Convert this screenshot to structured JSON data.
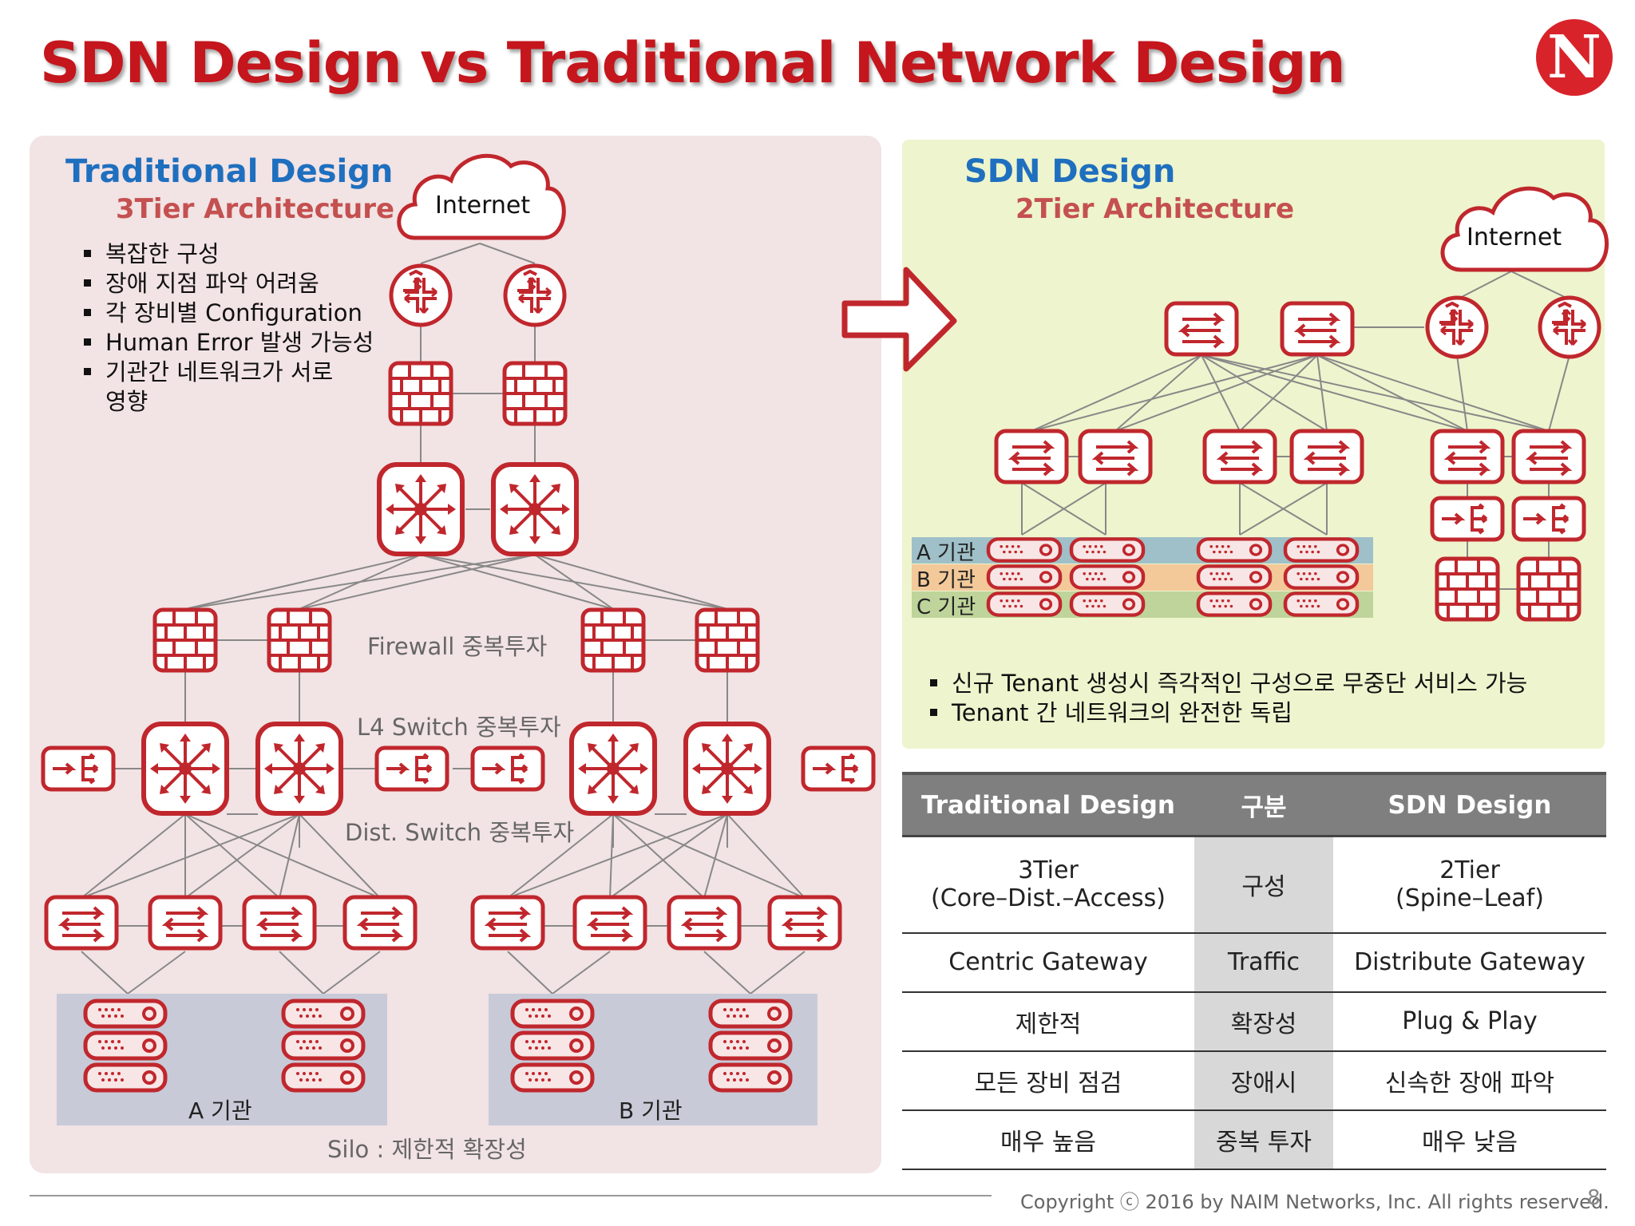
{
  "title": "SDN Design vs Traditional Network Design",
  "logo_letter": "N",
  "traditional": {
    "title": "Traditional Design",
    "subtitle": "3Tier Architecture",
    "bullets": [
      "복잡한 구성",
      "장애 지점 파악 어려움",
      "각 장비별 Configuration",
      "Human Error 발생 가능성",
      "기관간 네트워크가 서로"
    ],
    "bullet_cont": "영향",
    "internet": "Internet",
    "firewall_label": "Firewall 중복투자",
    "l4_label": "L4 Switch 중복투자",
    "dist_label": "Dist. Switch 중복투자",
    "silo_a": "A 기관",
    "silo_b": "B 기관",
    "silo_label": "Silo : 제한적 확장성"
  },
  "sdn": {
    "title": "SDN Design",
    "subtitle": "2Tier Architecture",
    "internet": "Internet",
    "tenant_a": "A 기관",
    "tenant_b": "B 기관",
    "tenant_c": "C 기관",
    "bullets": [
      "신규 Tenant 생성시 즉각적인 구성으로 무중단 서비스 가능",
      "Tenant 간 네트워크의 완전한 독립"
    ]
  },
  "table": {
    "headers": [
      "Traditional Design",
      "구분",
      "SDN Design"
    ],
    "rows": [
      {
        "left": "3Tier",
        "left2": "(Core–Dist.–Access)",
        "mid": "구성",
        "right": "2Tier",
        "right2": "(Spine–Leaf)"
      },
      {
        "left": "Centric Gateway",
        "mid": "Traffic",
        "right": "Distribute Gateway"
      },
      {
        "left": "제한적",
        "mid": "확장성",
        "right": "Plug & Play"
      },
      {
        "left": "모든 장비 점검",
        "mid": "장애시",
        "right": "신속한 장애 파악"
      },
      {
        "left": "매우 높음",
        "mid": "중복 투자",
        "right": "매우 낮음"
      }
    ]
  },
  "copyright": "Copyright ⓒ 2016 by NAIM Networks, Inc. All rights reserved.",
  "page_number": "8",
  "colors": {
    "accent": "#c4161c",
    "device": "#c0272d",
    "blue_title": "#1f6fbf"
  }
}
